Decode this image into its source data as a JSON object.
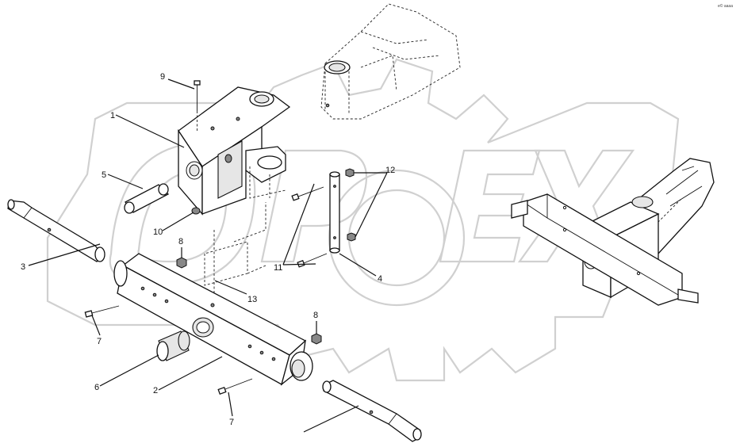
{
  "watermark": {
    "text": "OPEX"
  },
  "corner_code": "e© aaaa",
  "callouts": [
    {
      "id": "c9",
      "text": "9"
    },
    {
      "id": "c1",
      "text": "1"
    },
    {
      "id": "c5",
      "text": "5"
    },
    {
      "id": "c10",
      "text": "10"
    },
    {
      "id": "c3",
      "text": "3"
    },
    {
      "id": "c8a",
      "text": "8"
    },
    {
      "id": "c11",
      "text": "11"
    },
    {
      "id": "c12",
      "text": "12"
    },
    {
      "id": "c4",
      "text": "4"
    },
    {
      "id": "c13",
      "text": "13"
    },
    {
      "id": "c7a",
      "text": "7"
    },
    {
      "id": "c8b",
      "text": "8"
    },
    {
      "id": "c6",
      "text": "6"
    },
    {
      "id": "c2",
      "text": "2"
    },
    {
      "id": "c7b",
      "text": "7"
    }
  ]
}
